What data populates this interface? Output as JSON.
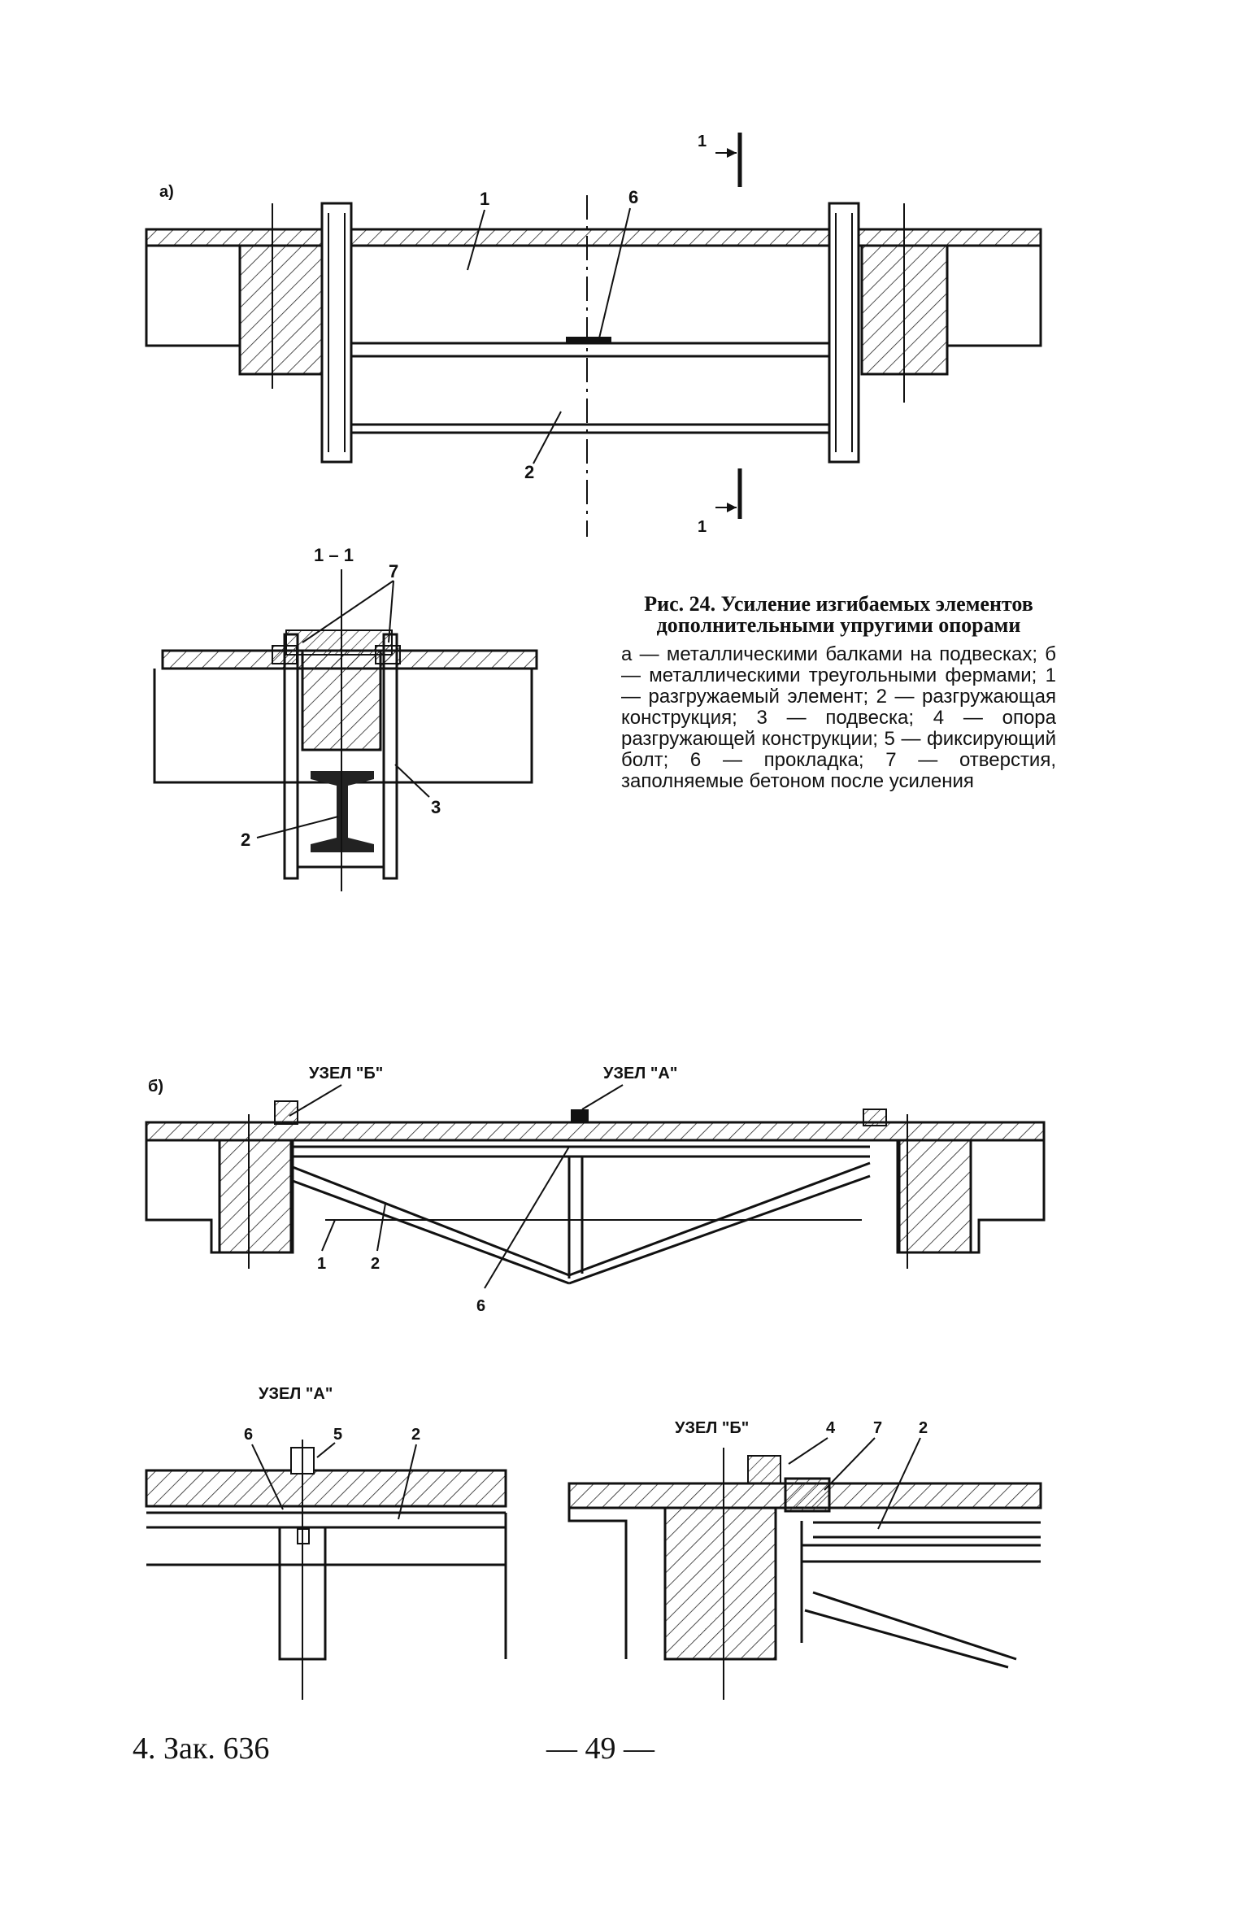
{
  "figure_a": {
    "panel_label": "а)",
    "section_marker_top": "1",
    "section_marker_bottom": "1",
    "callouts": [
      "1",
      "6",
      "2"
    ]
  },
  "section_1_1": {
    "title": "1 – 1",
    "callouts": [
      "7",
      "3",
      "2"
    ]
  },
  "caption": {
    "title": "Рис. 24. Усиление изгибаемых элементов дополнительными упругими опорами",
    "body": "а — металлическими балками на подвесках; б — металлическими треугольными фермами; 1 — разгружаемый элемент; 2 — разгружающая конструкция; 3 — подвеска; 4 — опора разгружающей конструкции; 5 — фиксирующий болт; 6 — прокладка; 7 — отверстия, заполняемые бетоном после усиления"
  },
  "figure_b": {
    "panel_label": "б)",
    "node_b_label": "УЗЕЛ \"Б\"",
    "node_a_label": "УЗЕЛ \"А\"",
    "callouts": [
      "1",
      "2",
      "6"
    ]
  },
  "detail_a": {
    "title": "УЗЕЛ \"А\"",
    "callouts": [
      "6",
      "5",
      "2"
    ]
  },
  "detail_b": {
    "title": "УЗЕЛ \"Б\"",
    "callouts": [
      "4",
      "7",
      "2"
    ]
  },
  "footer": {
    "left": "4. Зак. 636",
    "page_number": "— 49 —"
  }
}
